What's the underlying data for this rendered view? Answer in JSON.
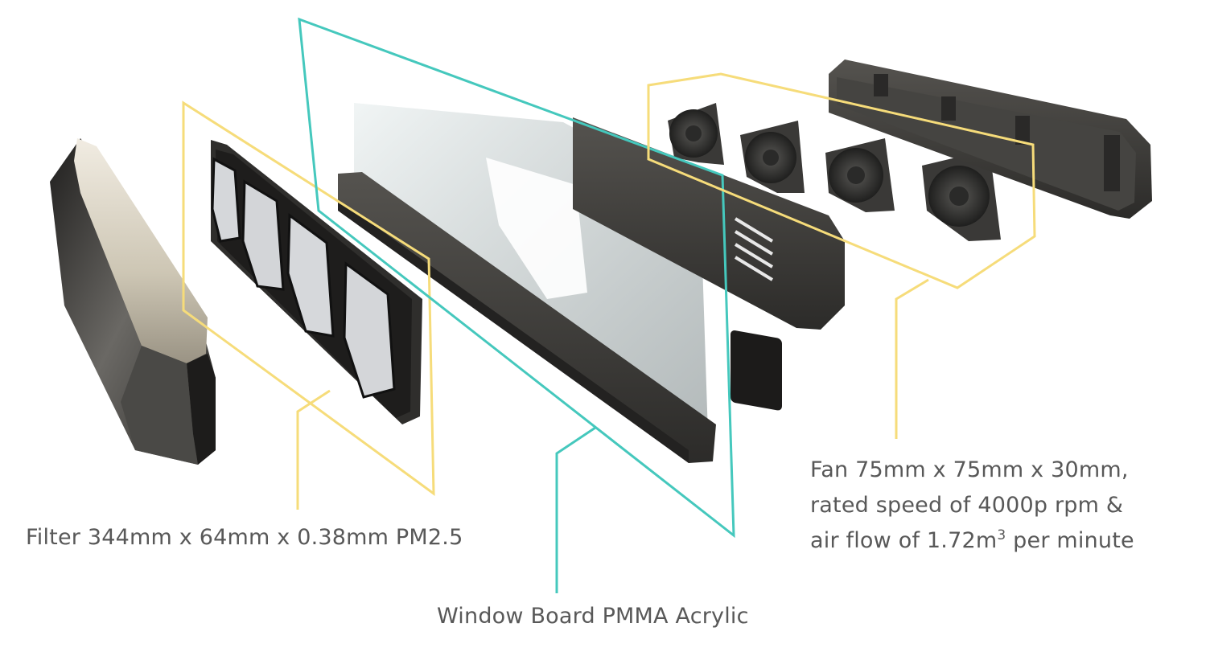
{
  "labels": {
    "filter": "Filter 344mm x 64mm x 0.38mm PM2.5",
    "window": "Window Board PMMA Acrylic",
    "fan": {
      "line1": "Fan 75mm x 75mm x 30mm,",
      "line2": "rated speed of 4000p rpm &",
      "line3_before": "air flow of 1.72m",
      "line3_sup": "3",
      "line3_after": " per minute"
    }
  },
  "colors": {
    "callout_yellow": "#f6dc7a",
    "callout_teal": "#45c8bd",
    "text": "#585858",
    "body_dark": "#3e3d3b",
    "cover_beige": "#d9d2c1"
  }
}
